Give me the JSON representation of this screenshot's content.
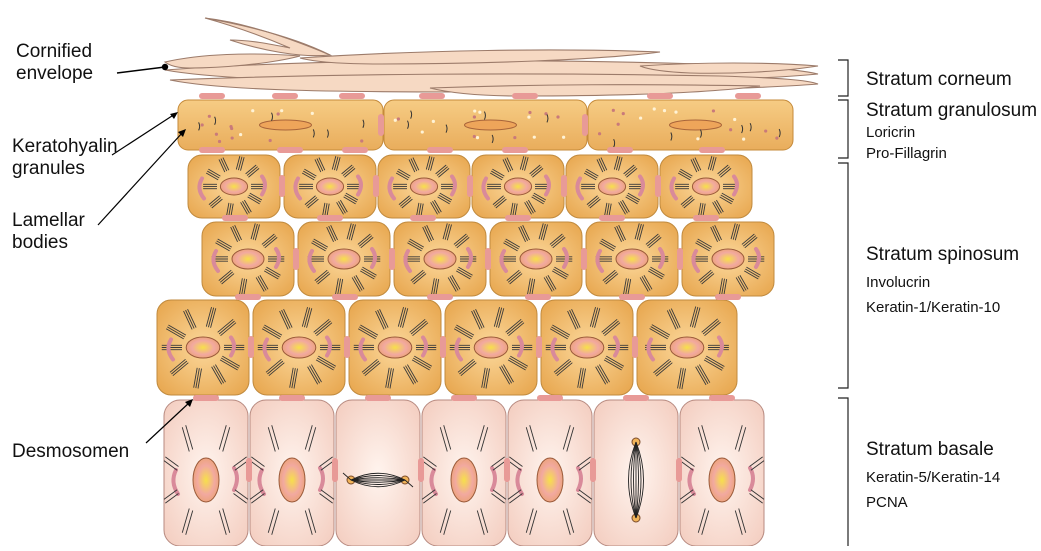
{
  "left_labels": {
    "cornified_line1": "Cornified",
    "cornified_line2": "envelope",
    "keratohyalin_line1": "Keratohyalin",
    "keratohyalin_line2": "granules",
    "lamellar_line1": "Lamellar",
    "lamellar_line2": "bodies",
    "desmosomen": "Desmosomen"
  },
  "layers": {
    "corneum": {
      "name": "Stratum corneum"
    },
    "granulosum": {
      "name": "Stratum granulosum",
      "markers": [
        "Loricrin",
        "Pro-Fillagrin"
      ]
    },
    "spinosum": {
      "name": "Stratum spinosum",
      "markers": [
        "Involucrin",
        "Keratin-1/Keratin-10"
      ]
    },
    "basale": {
      "name": "Stratum basale",
      "markers": [
        "Keratin-5/Keratin-14",
        "PCNA"
      ]
    }
  },
  "colors": {
    "granular_cell": "#f2c27a",
    "spinous_cell": "#efb963",
    "basal_cell": "#fbe3da",
    "corneum_flake": "#f6d9c3",
    "desmosome": "#e89a97",
    "nucleus_basal": "#f0b070",
    "mitochondria": "#d98a9a",
    "fibers": "#3a3a3a"
  }
}
